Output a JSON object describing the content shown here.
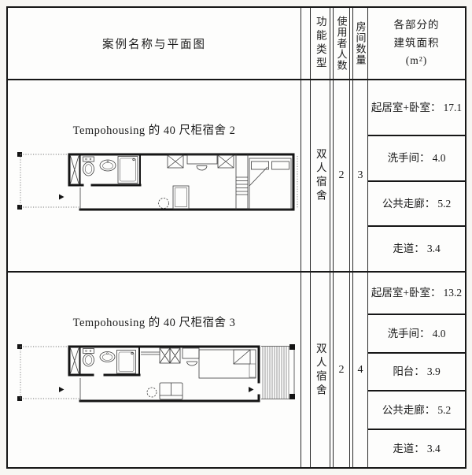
{
  "table": {
    "header": {
      "case_col": "案例名称与平面图",
      "function_col": "功能类型",
      "users_col": "使用者人数",
      "rooms_col": "房间数量",
      "area_col_lines": [
        "各部分的",
        "建筑面积",
        "(m²)"
      ]
    },
    "rows": [
      {
        "title": "Tempohousing 的 40 尺柜宿舍 2",
        "function": "双人宿舍",
        "users": "2",
        "rooms": "3",
        "areas": [
          {
            "label": "起居室+卧室：",
            "value": "17.1"
          },
          {
            "label": "洗手间：",
            "value": "4.0"
          },
          {
            "label": "公共走廊：",
            "value": "5.2"
          },
          {
            "label": "走道：",
            "value": "3.4"
          }
        ]
      },
      {
        "title": "Tempohousing 的 40 尺柜宿舍 3",
        "function": "双人宿舍",
        "users": "2",
        "rooms": "4",
        "areas": [
          {
            "label": "起居室+卧室：",
            "value": "13.2"
          },
          {
            "label": "洗手间：",
            "value": "4.0"
          },
          {
            "label": "阳台：",
            "value": "3.9"
          },
          {
            "label": "公共走廊：",
            "value": "5.2"
          },
          {
            "label": "走道：",
            "value": "3.4"
          }
        ]
      }
    ]
  }
}
